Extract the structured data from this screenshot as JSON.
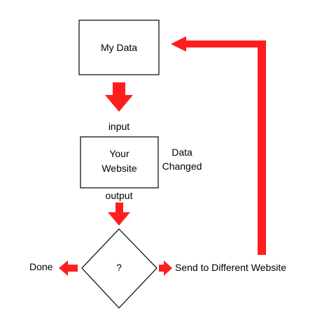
{
  "nodes": {
    "my_data": "My Data",
    "your_website_line1": "Your",
    "your_website_line2": "Website",
    "decision": "?"
  },
  "labels": {
    "input": "input",
    "output": "output",
    "data_changed_line1": "Data",
    "data_changed_line2": "Changed",
    "done": "Done",
    "send": "Send to Different Website"
  },
  "colors": {
    "arrow": "#ff1e1e",
    "stroke": "#000000"
  }
}
